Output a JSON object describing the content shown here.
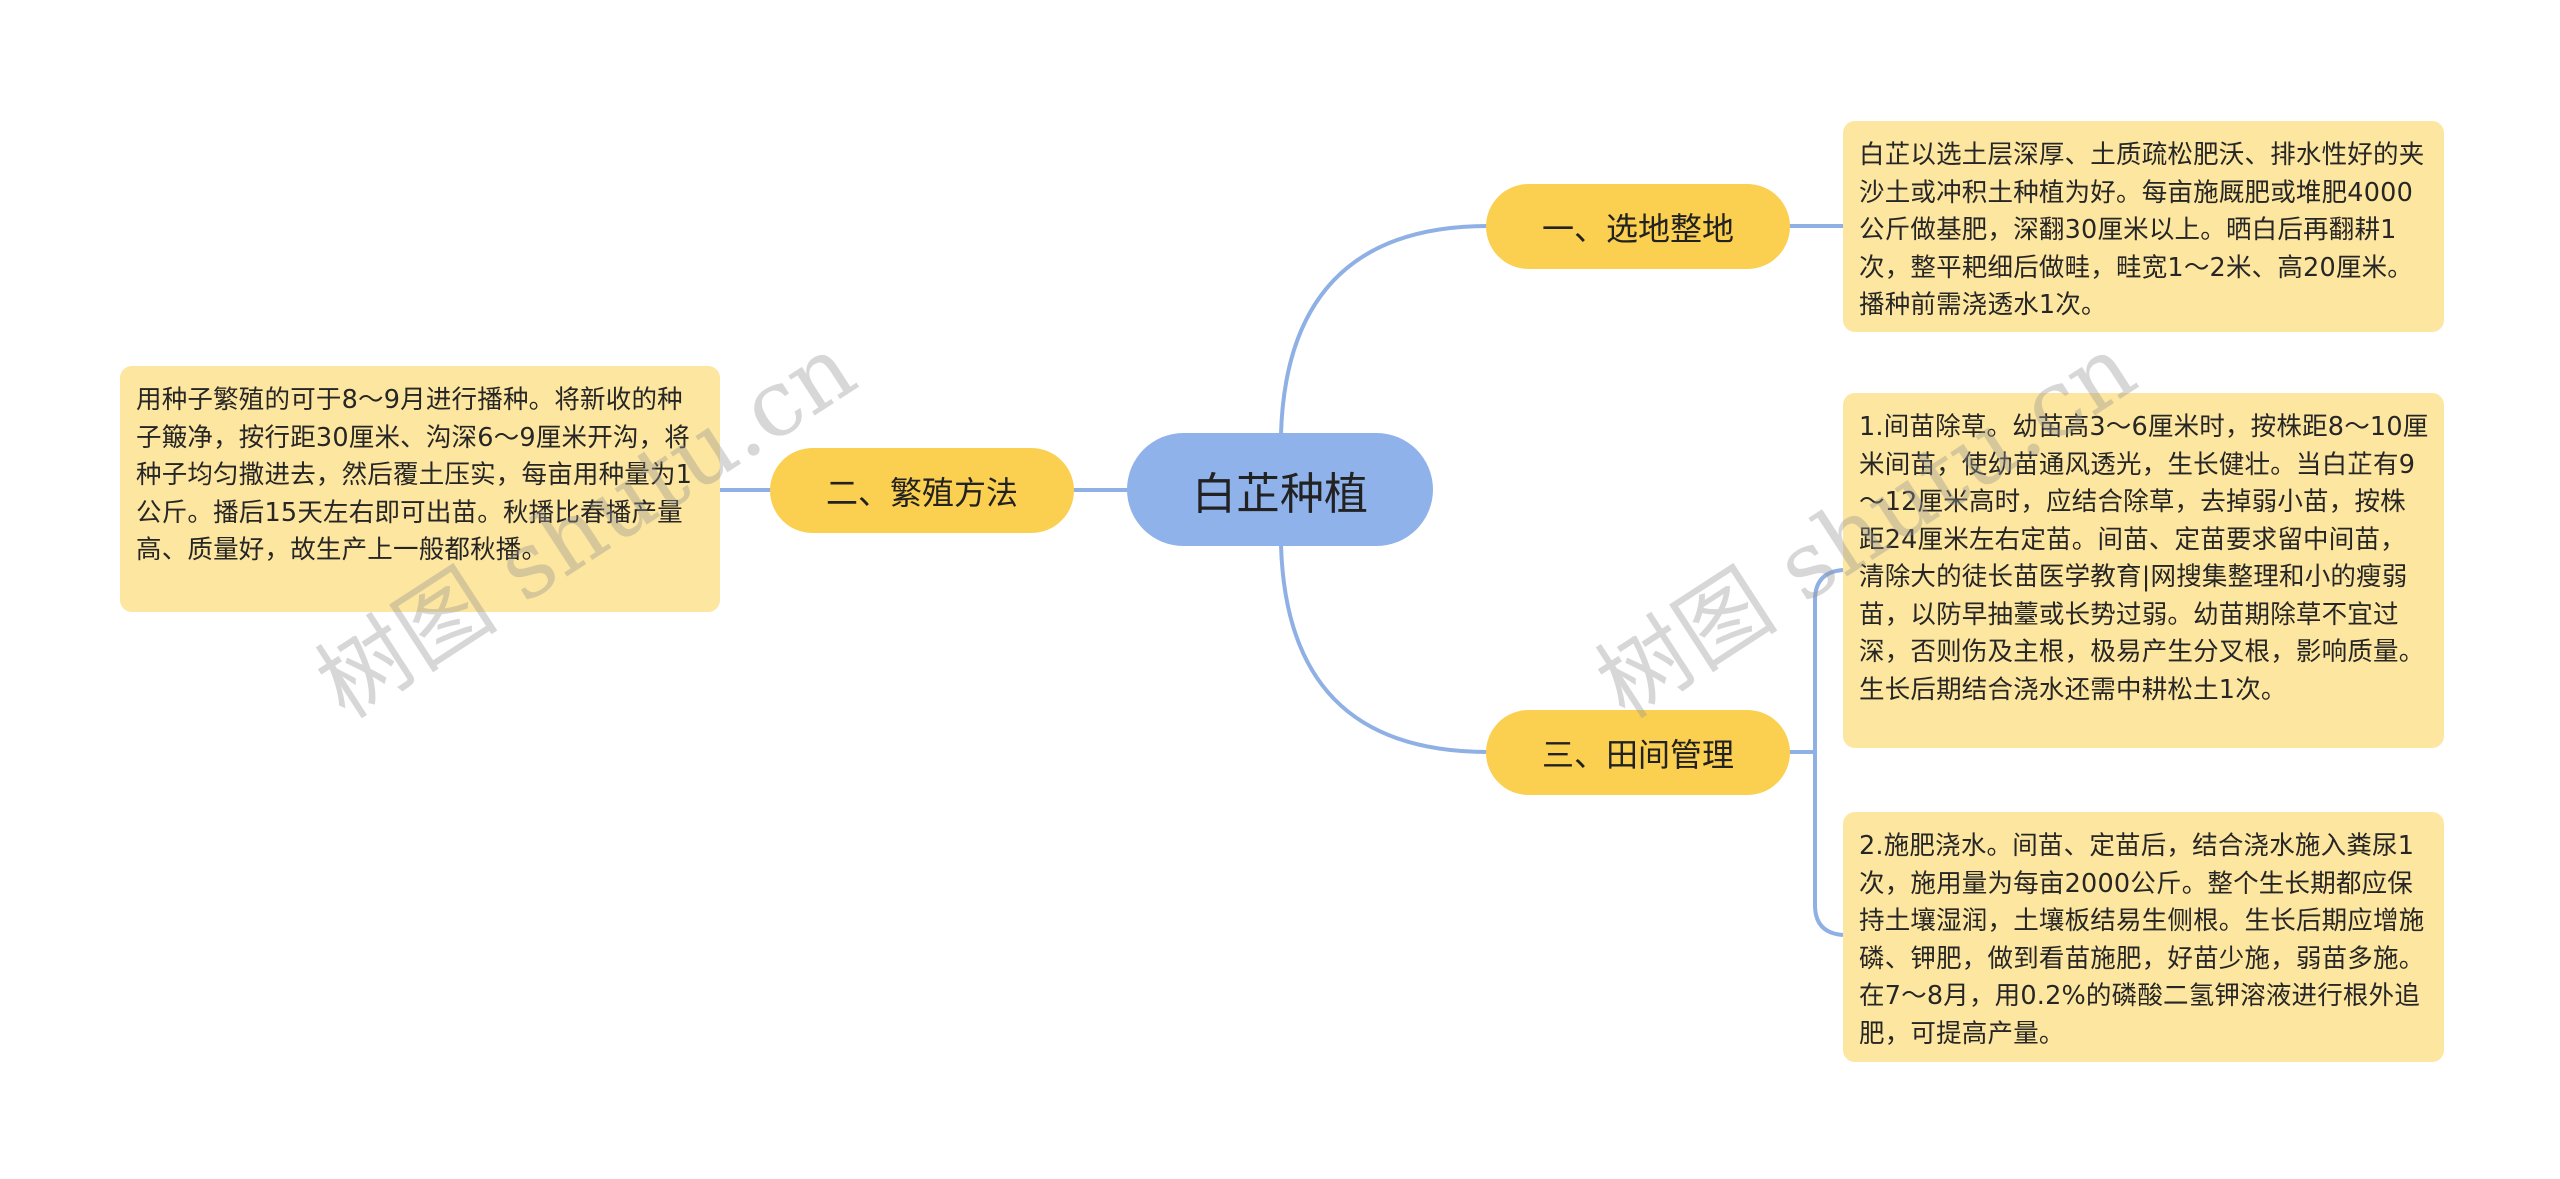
{
  "mindmap": {
    "root": {
      "label": "白芷种植",
      "color": "#8fb2ea"
    },
    "branches": [
      {
        "label": "一、选地整地",
        "color": "#fbcf4f",
        "children": [
          {
            "text": "白芷以选土层深厚、土质疏松肥沃、排水性好的夹沙土或冲积土种植为好。每亩施厩肥或堆肥4000公斤做基肥，深翻30厘米以上。晒白后再翻耕1次，整平耙细后做畦，畦宽1～2米、高20厘米。播种前需浇透水1次。"
          }
        ]
      },
      {
        "label": "二、繁殖方法",
        "color": "#fbcf4f",
        "children": [
          {
            "text": "用种子繁殖的可于8～9月进行播种。将新收的种子簸净，按行距30厘米、沟深6～9厘米开沟，将种子均匀撒进去，然后覆土压实，每亩用种量为1公斤。播后15天左右即可出苗。秋播比春播产量高、质量好，故生产上一般都秋播。"
          }
        ]
      },
      {
        "label": "三、田间管理",
        "color": "#fbcf4f",
        "children": [
          {
            "text": "1.间苗除草。幼苗高3～6厘米时，按株距8～10厘米间苗，使幼苗通风透光，生长健壮。当白芷有9～12厘米高时，应结合除草，去掉弱小苗，按株距24厘米左右定苗。间苗、定苗要求留中间苗，清除大的徒长苗医学教育|网搜集整理和小的瘦弱苗，以防早抽薹或长势过弱。幼苗期除草不宜过深，否则伤及主根，极易产生分叉根，影响质量。生长后期结合浇水还需中耕松土1次。"
          },
          {
            "text": "2.施肥浇水。间苗、定苗后，结合浇水施入粪尿1次，施用量为每亩2000公斤。整个生长期都应保持土壤湿润，土壤板结易生侧根。生长后期应增施磷、钾肥，做到看苗施肥，好苗少施，弱苗多施。在7～8月，用0.2%的磷酸二氢钾溶液进行根外追肥，可提高产量。"
          }
        ]
      }
    ],
    "leaf_color": "#fde69f",
    "link_color": "#8fb0e4"
  },
  "watermarks": [
    "树图 shutu.cn",
    "树图 shutu.cn"
  ]
}
